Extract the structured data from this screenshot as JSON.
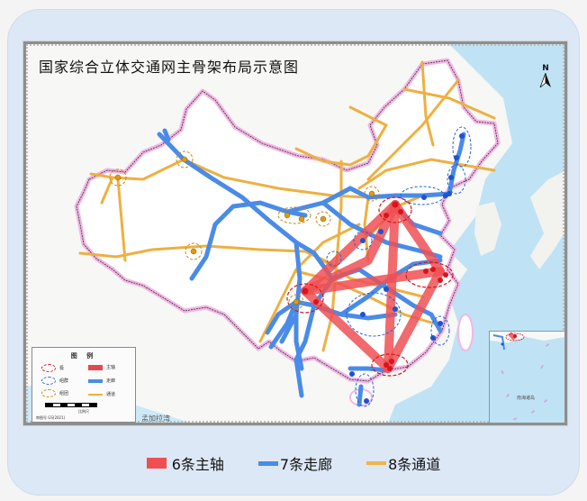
{
  "map": {
    "title": "国家综合立体交通网主骨架布局示意图",
    "north_arrow_label": "N",
    "sea_labels": {
      "bay_of_bengal": "孟加拉湾",
      "south_sea_inset": "南海诸岛"
    },
    "legend": {
      "title": "图 例",
      "items": [
        {
          "symbol": "red-dashed-ellipse",
          "label": "极"
        },
        {
          "symbol": "red-bar",
          "label": "主轴"
        },
        {
          "symbol": "blue-dashed-ellipse",
          "label": "组群"
        },
        {
          "symbol": "blue-line",
          "label": "走廊"
        },
        {
          "symbol": "orange-dashed-ellipse",
          "label": "组团"
        },
        {
          "symbol": "orange-line",
          "label": "通道"
        }
      ],
      "scale_label": "比例尺",
      "note": "审图号 GS(2021)"
    },
    "colors": {
      "main_axis": "#e8484d",
      "corridor": "#4a8be8",
      "channel": "#eeb040",
      "pole_node": "#d8141c",
      "group_node": "#1e52d0",
      "cluster_node": "#e09a10",
      "sea": "#bfe3f5",
      "land": "#f7f7f5",
      "border_glow": "#f2b6e4"
    }
  },
  "bottom_legend": {
    "items": [
      {
        "label": "6条主轴",
        "color": "#ef4e52",
        "kind": "bar"
      },
      {
        "label": "7条走廊",
        "color": "#4a8be8",
        "kind": "line"
      },
      {
        "label": "8条通道",
        "color": "#f0b448",
        "kind": "line"
      }
    ]
  }
}
